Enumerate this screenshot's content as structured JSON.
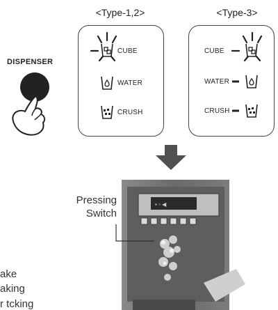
{
  "panels": [
    {
      "title": "<Type-1,2>",
      "options": {
        "cube": "CUBE",
        "water": "WATER",
        "crush": "CRUSH"
      }
    },
    {
      "title": "<Type-3>",
      "options": {
        "cube": "CUBE",
        "water": "WATER",
        "crush": "CRUSH"
      }
    }
  ],
  "dispenser_label": "DISPENSER",
  "pressing_switch": {
    "line1": "Pressing",
    "line2": "Switch"
  },
  "side_text": [
    "ake",
    "aking",
    "r tcking"
  ],
  "colors": {
    "arrow": "#505050",
    "dispenser_body": "#6e6e6e",
    "outline": "#444444"
  },
  "icons": [
    "ice-cube-glass-icon",
    "water-glass-icon",
    "crushed-ice-glass-icon",
    "pressing-finger-icon",
    "down-arrow-icon"
  ]
}
